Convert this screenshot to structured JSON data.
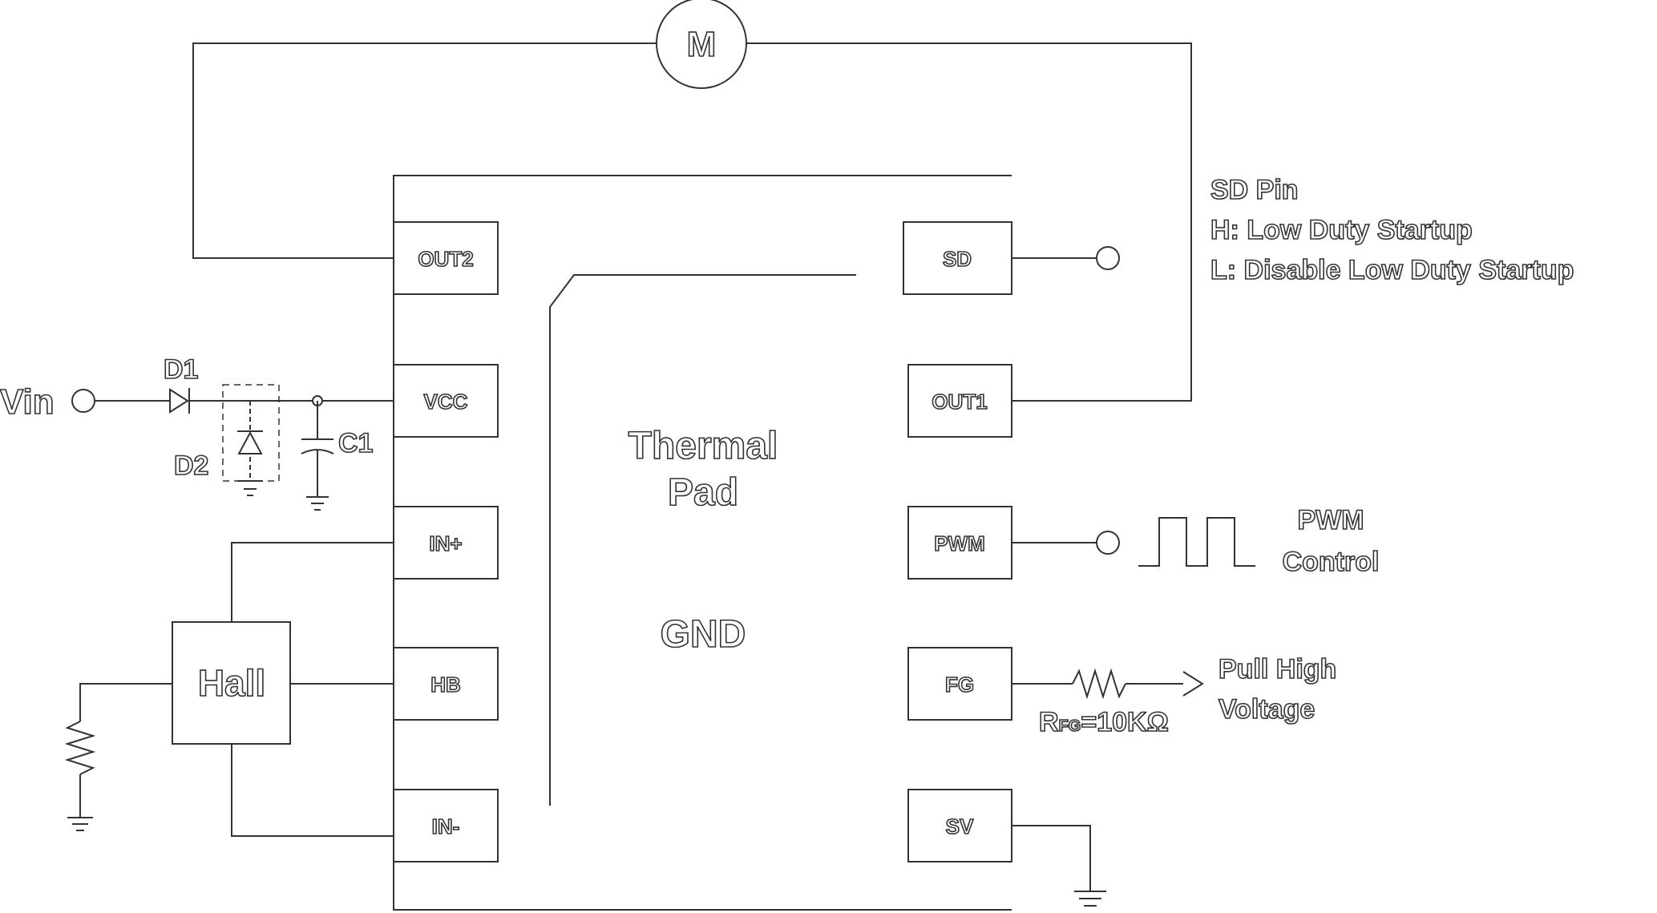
{
  "chip": {
    "left_pins": [
      {
        "label": "OUT2"
      },
      {
        "label": "VCC"
      },
      {
        "label": "IN+"
      },
      {
        "label": "HB"
      },
      {
        "label": "IN-"
      }
    ],
    "right_pins": [
      {
        "label": "SD"
      },
      {
        "label": "OUT1"
      },
      {
        "label": "PWM"
      },
      {
        "label": "FG"
      },
      {
        "label": "SV"
      }
    ],
    "pad_line1": "Thermal",
    "pad_line2": "Pad",
    "gnd": "GND"
  },
  "motor": {
    "label": "M"
  },
  "vin": {
    "label": "Vin"
  },
  "d1": {
    "label": "D1"
  },
  "d2": {
    "label": "D2"
  },
  "c1": {
    "label": "C1"
  },
  "hall": {
    "label": "Hall"
  },
  "sd_note": {
    "line1": "SD Pin",
    "line2": "H: Low Duty Startup",
    "line3": "L: Disable Low Duty Startup"
  },
  "pwm_note": {
    "line1": "PWM",
    "line2": "Control"
  },
  "fg_note": {
    "resistor_main": "R",
    "resistor_sub": "FG",
    "resistor_value": "=10KΩ",
    "line1": "Pull High",
    "line2": "Voltage"
  },
  "colors": {
    "outline": "#333333",
    "fill": "#ffffff"
  }
}
